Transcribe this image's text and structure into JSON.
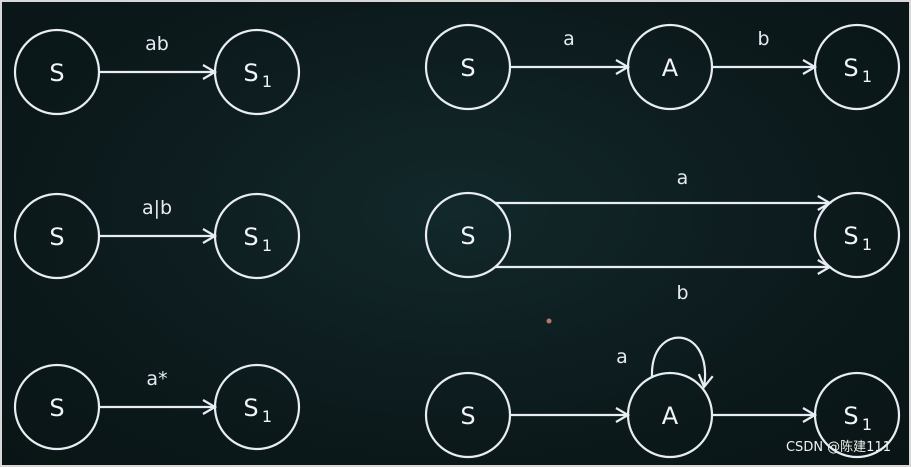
{
  "diagrams": [
    {
      "name": "ab-single",
      "nodes": [
        {
          "id": "S",
          "label": "S",
          "sub": ""
        },
        {
          "id": "S1",
          "label": "S",
          "sub": "1"
        }
      ],
      "edges": [
        {
          "from": "S",
          "to": "S1",
          "label": "ab"
        }
      ]
    },
    {
      "name": "ab-split",
      "nodes": [
        {
          "id": "S",
          "label": "S",
          "sub": ""
        },
        {
          "id": "A",
          "label": "A",
          "sub": ""
        },
        {
          "id": "S1",
          "label": "S",
          "sub": "1"
        }
      ],
      "edges": [
        {
          "from": "S",
          "to": "A",
          "label": "a"
        },
        {
          "from": "A",
          "to": "S1",
          "label": "b"
        }
      ]
    },
    {
      "name": "alt-single",
      "nodes": [
        {
          "id": "S",
          "label": "S",
          "sub": ""
        },
        {
          "id": "S1",
          "label": "S",
          "sub": "1"
        }
      ],
      "edges": [
        {
          "from": "S",
          "to": "S1",
          "label": "a|b"
        }
      ]
    },
    {
      "name": "alt-split",
      "nodes": [
        {
          "id": "S",
          "label": "S",
          "sub": ""
        },
        {
          "id": "S1",
          "label": "S",
          "sub": "1"
        }
      ],
      "edges": [
        {
          "from": "S",
          "to": "S1",
          "label": "a"
        },
        {
          "from": "S",
          "to": "S1",
          "label": "b"
        }
      ]
    },
    {
      "name": "star-single",
      "nodes": [
        {
          "id": "S",
          "label": "S",
          "sub": ""
        },
        {
          "id": "S1",
          "label": "S",
          "sub": "1"
        }
      ],
      "edges": [
        {
          "from": "S",
          "to": "S1",
          "label": "a*"
        }
      ]
    },
    {
      "name": "star-split",
      "nodes": [
        {
          "id": "S",
          "label": "S",
          "sub": ""
        },
        {
          "id": "A",
          "label": "A",
          "sub": ""
        },
        {
          "id": "S1",
          "label": "S",
          "sub": "1"
        }
      ],
      "edges": [
        {
          "from": "S",
          "to": "A",
          "label": ""
        },
        {
          "from": "A",
          "to": "A",
          "label": "a"
        },
        {
          "from": "A",
          "to": "S1",
          "label": ""
        }
      ]
    }
  ],
  "watermark": "CSDN @陈建111",
  "colors": {
    "background": "#0d1a1c",
    "stroke": "#e8ecf4",
    "text": "#f2f4fa",
    "border": "#d8d8d8"
  }
}
